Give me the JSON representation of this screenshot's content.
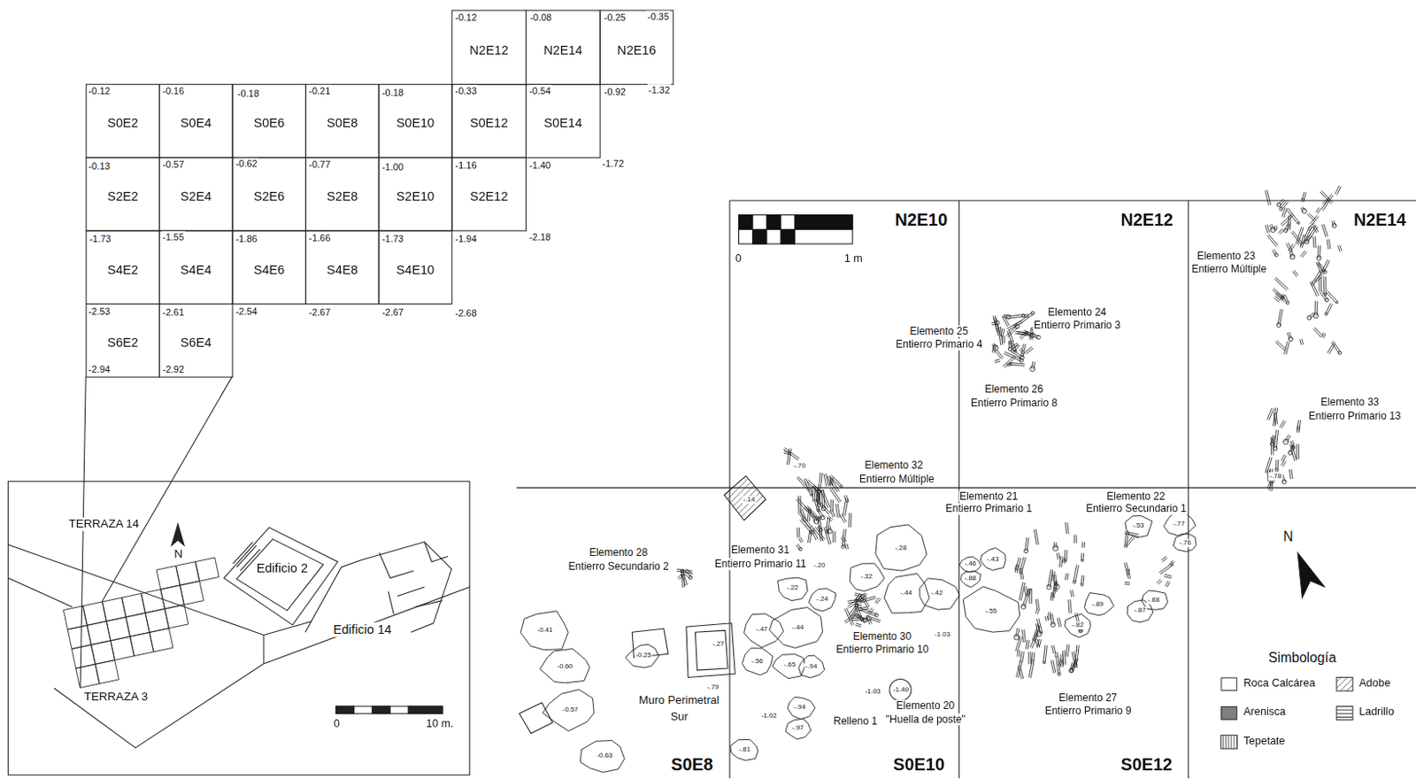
{
  "diagram": {
    "nodes": [
      {
        "text": [
          "N2E12"
        ]
      },
      {
        "text": [
          "N2E14"
        ]
      },
      {
        "text": [
          "N2E16"
        ]
      },
      {
        "text": [
          "S0E2"
        ]
      },
      {
        "text": [
          "S0E4"
        ]
      },
      {
        "text": [
          "S0E6"
        ]
      },
      {
        "text": [
          "S0E8"
        ]
      },
      {
        "text": [
          "S0E10"
        ]
      },
      {
        "text": [
          "S0E12"
        ]
      },
      {
        "text": [
          "S0E14"
        ]
      },
      {
        "text": [
          "S2E2"
        ]
      },
      {
        "text": [
          "S2E4"
        ]
      },
      {
        "text": [
          "S2E6"
        ]
      },
      {
        "text": [
          "S2E8"
        ]
      },
      {
        "text": [
          "S2E10"
        ]
      },
      {
        "text": [
          "S2E12"
        ]
      },
      {
        "text": [
          "S4E2"
        ]
      },
      {
        "text": [
          "S4E4"
        ]
      },
      {
        "text": [
          "S4E6"
        ]
      },
      {
        "text": [
          "S4E8"
        ]
      },
      {
        "text": [
          "S4E10"
        ]
      },
      {
        "text": [
          "S6E2"
        ]
      },
      {
        "text": [
          "S6E4"
        ]
      }
    ],
    "labels": [
      "-0.12",
      "-0.08",
      "-0.25",
      "-0.35",
      "-0.12",
      "-0.16",
      "-0.18",
      "-0.21",
      "-0.18",
      "-0.33",
      "-0.54",
      "-0.92",
      "-1.32",
      "-0.13",
      "-0.57",
      "-0.62",
      "-0.77",
      "-1.00",
      "-1.16",
      "-1.40",
      "-1.72",
      "-1.73",
      "-1.55",
      "-1.86",
      "-1.66",
      "-1.73",
      "-1.94",
      "-2.18",
      "-2.53",
      "-2.61",
      "-2.54",
      "-2.67",
      "-2.67",
      "-2.68",
      "-2.94",
      "-2.92",
      "TERRAZA 14",
      "N",
      "Edificio 2",
      "Edificio 14",
      "TERRAZA 3",
      "0",
      "10 m.",
      "N2E10",
      "N2E12",
      "N2E14",
      "0",
      "1 m",
      "Elemento 23",
      "Entierro Múltiple",
      "Elemento 25",
      "Entierro Primario 4",
      "Elemento 24",
      "Entierro Primario 3",
      "Elemento 26",
      "Entierro Primario 8",
      "Elemento 33",
      "Entierro Primario 13",
      "Elemento 32",
      "Entierro Múltiple",
      "Elemento 21",
      "Entierro Primario 1",
      "Elemento 22",
      "Entierro Secundario 1",
      "Elemento 28",
      "Entierro Secundario 2",
      "Elemento 31",
      "Entierro Primario 11",
      "Elemento 30",
      "Entierro Primario 10",
      "Muro Perimetral",
      "Sur",
      "Relleno 1",
      "Elemento 20",
      "\"Huella de poste\"",
      "Elemento 27",
      "Entierro Primario 9",
      "N",
      "Simbología",
      "S0E8",
      "S0E10",
      "S0E12",
      "-.14",
      "-.70",
      "-.20",
      "-.22",
      "-.24",
      "-.32",
      "-.28",
      "-.44",
      "-.42",
      "-.47",
      "-.44",
      "-.27",
      "-.56",
      "-.65",
      "-.94",
      "-.79",
      "-1.02",
      "-.94",
      "-.97",
      "-.81",
      "-1.03",
      "-1.40",
      "-1.03",
      "-.55",
      "-.43",
      "-.46",
      "-.88",
      "-.89",
      "-.82",
      "-.87",
      "-.88",
      "-.53",
      "-.77",
      "-.76",
      "-0.41",
      "-0.60",
      "-0.25",
      "-0.57",
      "-0.63",
      "-.78"
    ],
    "legend": [
      {
        "text": "Roca Calcárea",
        "color": "#ffffff"
      },
      {
        "text": "Adobe"
      },
      {
        "text": "Arenisca",
        "color": "#808080"
      },
      {
        "text": "Ladrillo"
      },
      {
        "text": "Tepetate"
      }
    ]
  }
}
